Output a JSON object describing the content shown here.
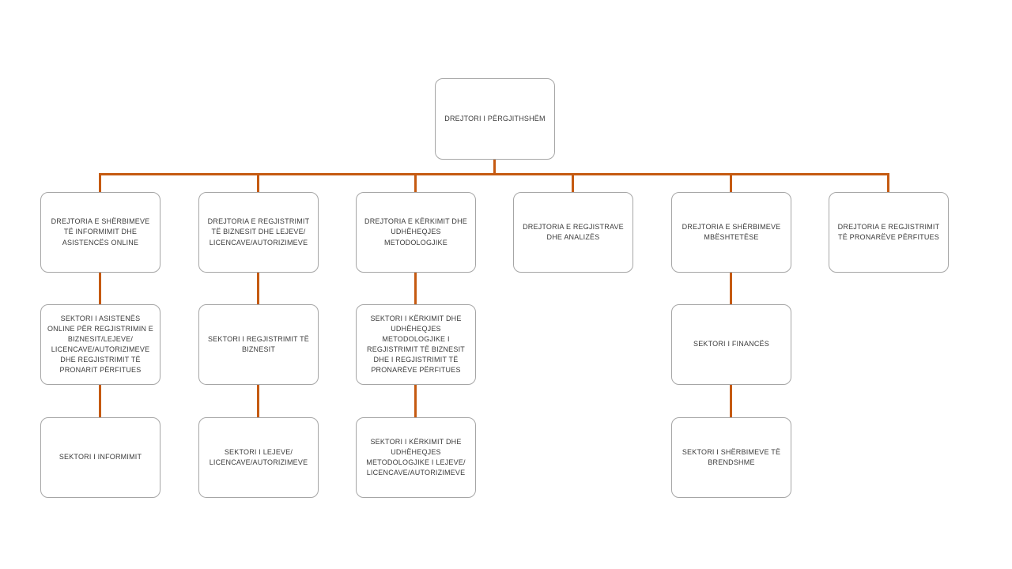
{
  "theme": {
    "connector_color": "#C55A11",
    "node_border_color": "#A6A6A6",
    "node_fill_color": "#FFFFFF",
    "text_color": "#3B3B3B",
    "background_color": "#FFFFFF"
  },
  "org": {
    "root": {
      "label": "DREJTORI I PËRGJITHSHËM"
    },
    "directorates": [
      {
        "label": "DREJTORIA E SHËRBIMEVE TË INFORMIMIT DHE ASISTENCËS ONLINE",
        "sectors": [
          {
            "label": "SEKTORI I ASISTENËS ONLINE PËR REGJISTRIMIN E BIZNESIT/LEJEVE/LICENCAVE/AUTORIZIMEVE DHE REGJISTRIMIT TË PRONARIT PËRFITUES"
          },
          {
            "label": "SEKTORI I INFORMIMIT"
          }
        ]
      },
      {
        "label": "DREJTORIA E REGJISTRIMIT TË BIZNESIT DHE LEJEVE/LICENCAVE/AUTORIZIMEVE",
        "sectors": [
          {
            "label": "SEKTORI I REGJISTRIMIT TË BIZNESIT"
          },
          {
            "label": "SEKTORI I LEJEVE/LICENCAVE/AUTORIZIMEVE"
          }
        ]
      },
      {
        "label": "DREJTORIA E KËRKIMIT DHE UDHËHEQJES METODOLOGJIKE",
        "sectors": [
          {
            "label": "SEKTORI I KËRKIMIT DHE UDHËHEQJES METODOLOGJIKE I REGJISTRIMIT TË BIZNESIT DHE I REGJISTRIMIT TË PRONARËVE PËRFITUES"
          },
          {
            "label": "SEKTORI I KËRKIMIT DHE UDHËHEQJES METODOLOGJIKE I LEJEVE/LICENCAVE/AUTORIZIMEVE"
          }
        ]
      },
      {
        "label": "DREJTORIA E REGJISTRAVE DHE ANALIZËS",
        "sectors": []
      },
      {
        "label": "DREJTORIA E SHËRBIMEVE MBËSHTETËSE",
        "sectors": [
          {
            "label": "SEKTORI I FINANCËS"
          },
          {
            "label": "SEKTORI I SHËRBIMEVE TË BRENDSHME"
          }
        ]
      },
      {
        "label": "DREJTORIA E REGJISTRIMIT TË PRONARËVE PËRFITUES",
        "sectors": []
      }
    ]
  }
}
